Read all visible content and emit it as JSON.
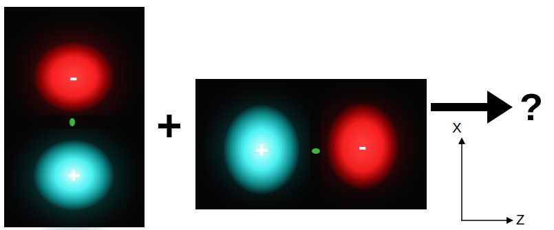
{
  "diagram": {
    "nodes": [
      {
        "text": [
          "-"
        ]
      },
      {
        "text": [
          "+"
        ]
      },
      {
        "text": [
          "+"
        ]
      },
      {
        "text": [
          "-"
        ]
      }
    ],
    "labels": [
      "+",
      "?",
      "X",
      "Z"
    ]
  }
}
